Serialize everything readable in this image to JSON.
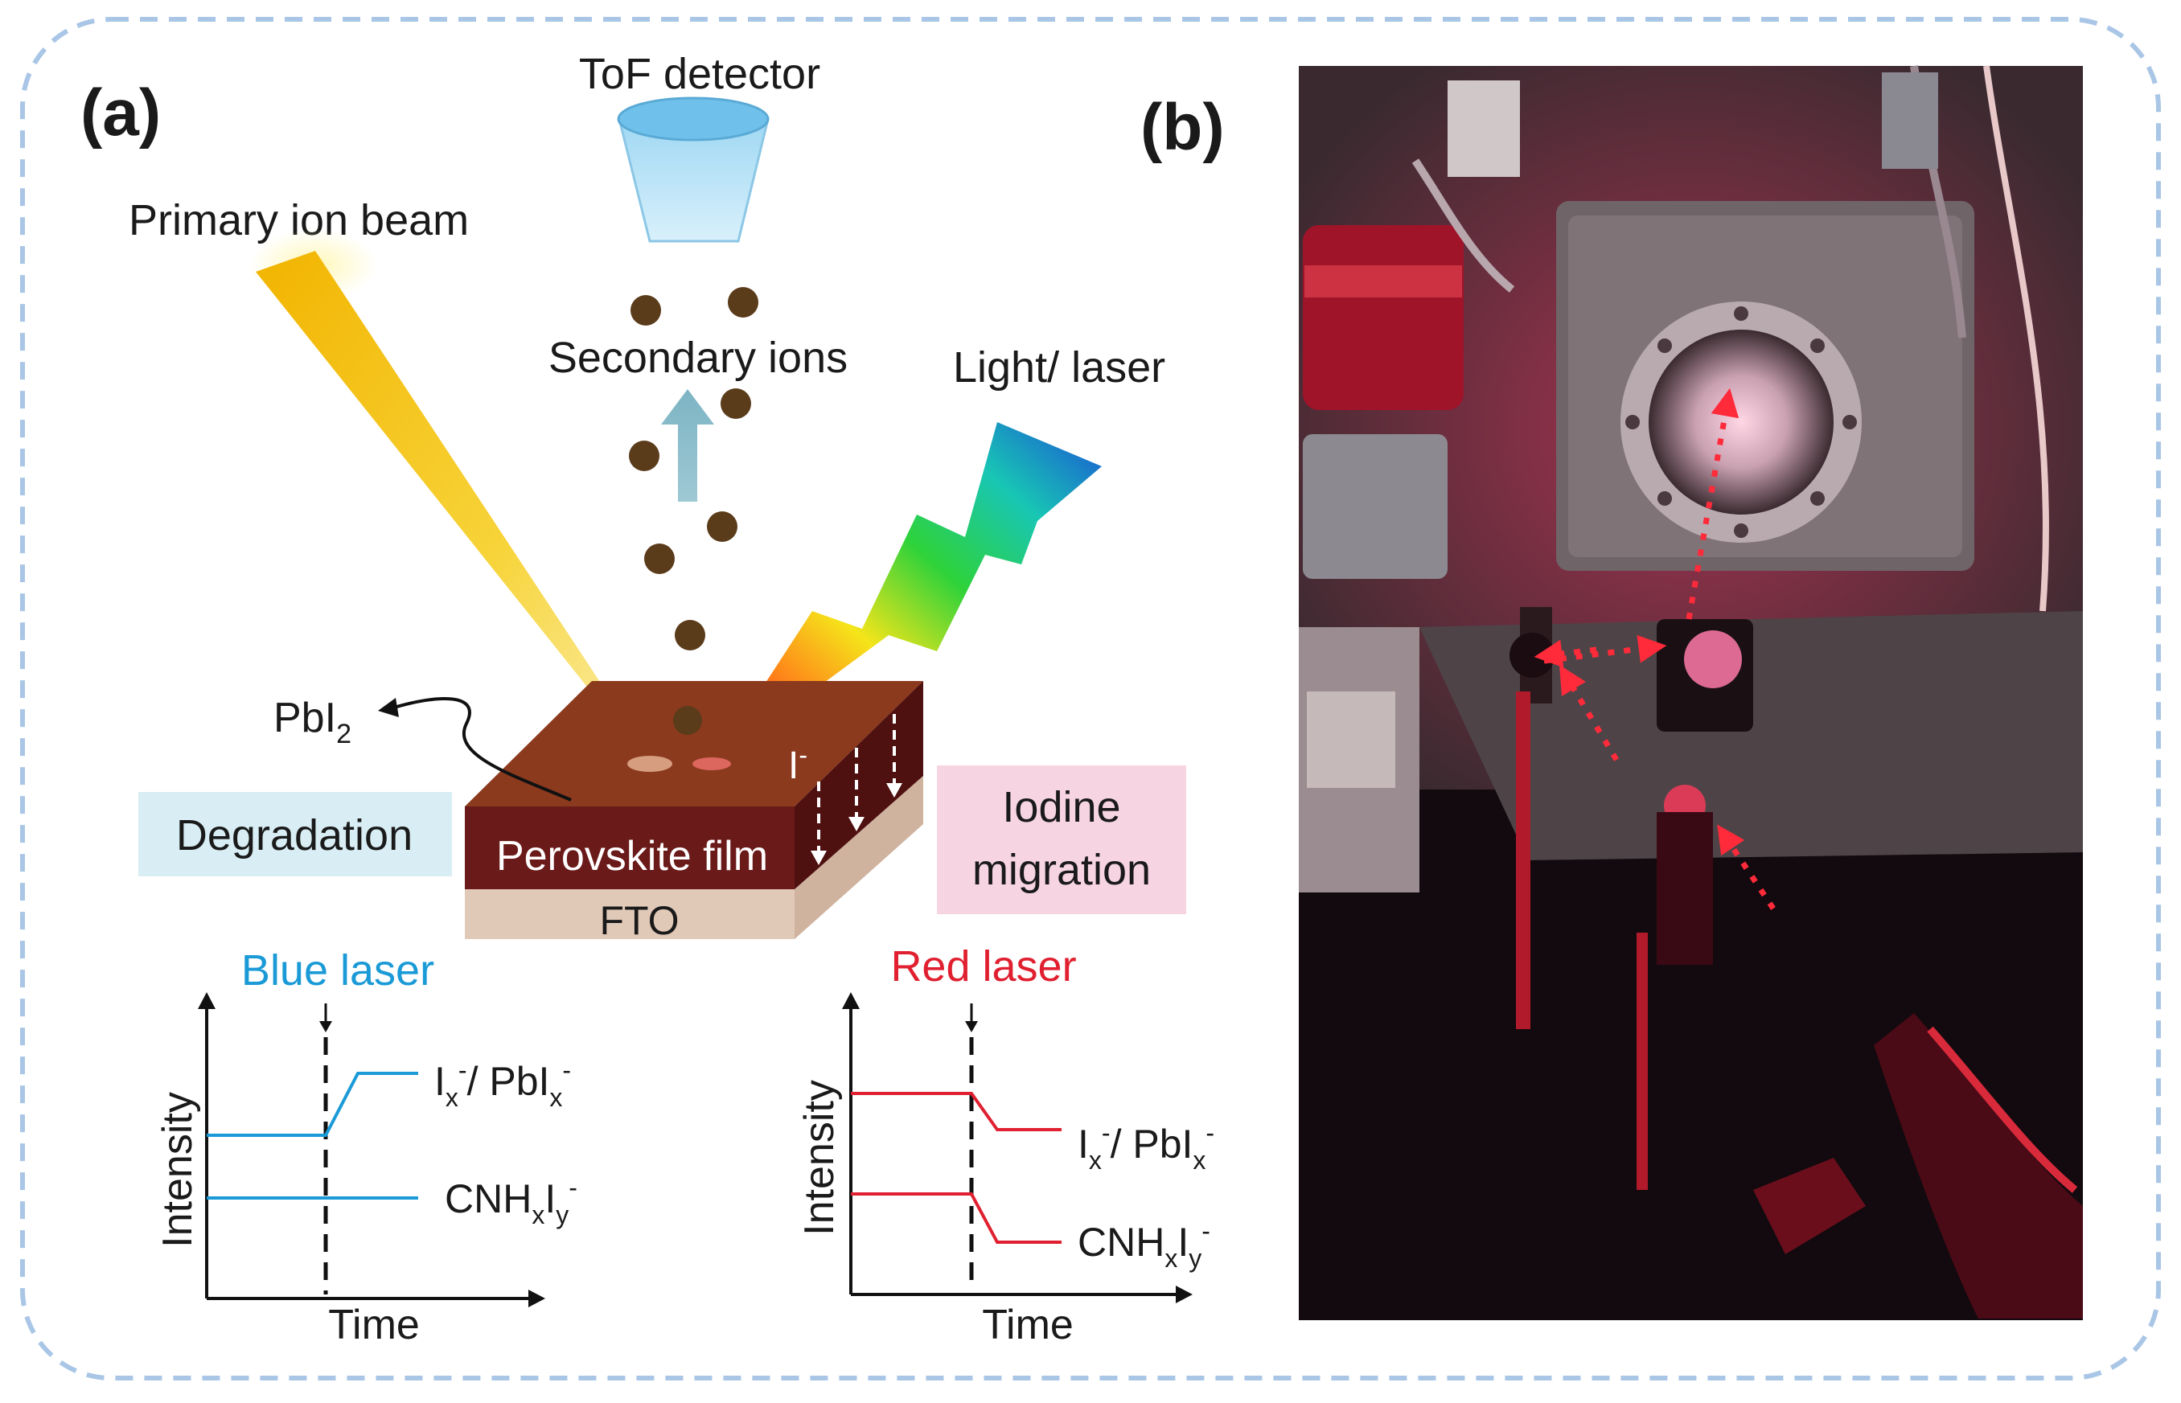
{
  "panel_a": {
    "label": "(a)",
    "tof_detector": "ToF detector",
    "primary_ion_beam": "Primary ion beam",
    "secondary_ions": "Secondary ions",
    "light_laser": "Light/ laser",
    "pbi_base": "PbI",
    "pbi_sub": "2",
    "iodide_base": "I",
    "iodide_sup": "-",
    "degradation": "Degradation",
    "perovskite_film": "Perovskite film",
    "fto": "FTO",
    "iodine_migration_line1": "Iodine",
    "iodine_migration_line2": "migration"
  },
  "blue_plot": {
    "title": "Blue laser",
    "ylabel": "Intensity",
    "xlabel": "Time",
    "label_top": {
      "a": "I",
      "a_sub": "x",
      "a_sup": "-",
      "sep": "/ ",
      "b": "PbI",
      "b_sub": "x",
      "b_sup": "-"
    },
    "label_bottom": {
      "a": "CNH",
      "a_sub": "x",
      "b": "I",
      "b_sub": "y",
      "b_sup": "-"
    }
  },
  "red_plot": {
    "title": "Red laser",
    "ylabel": "Intensity",
    "xlabel": "Time",
    "label_top": {
      "a": "I",
      "a_sub": "x",
      "a_sup": "-",
      "sep": "/ ",
      "b": "PbI",
      "b_sub": "x",
      "b_sup": "-"
    },
    "label_bottom": {
      "a": "CNH",
      "a_sub": "x",
      "b": "I",
      "b_sub": "y",
      "b_sup": "-"
    }
  },
  "panel_b": {
    "label": "(b)"
  },
  "colors": {
    "blue_laser": "#1a9ad6",
    "red_laser": "#e02030",
    "degradation_box": "#d8eef4",
    "migration_box": "#f6d4e2",
    "perovskite_top": "#8b3a1e",
    "perovskite_front": "#6b1a1a",
    "fto": "#e1c9b8",
    "border_dash": "#a9c6e6"
  }
}
